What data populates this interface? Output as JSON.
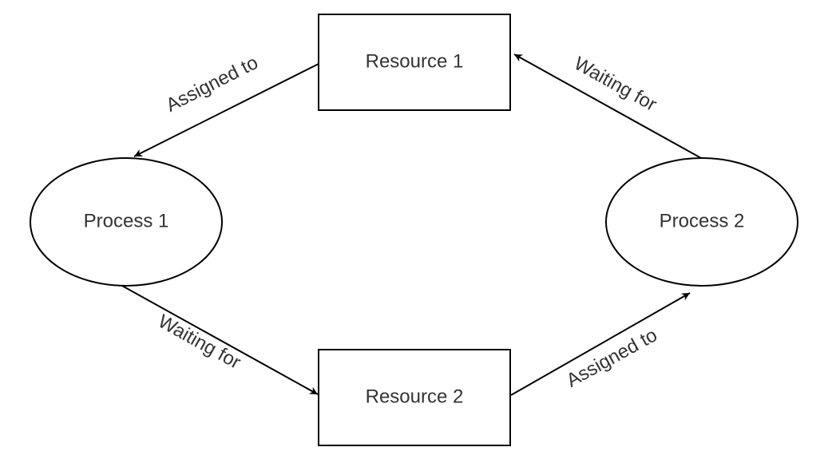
{
  "nodes": {
    "resource_1": "Resource 1",
    "resource_2": "Resource 2",
    "process_1": "Process 1",
    "process_2": "Process 2"
  },
  "edges": {
    "r1_to_p1": "Assigned to",
    "p2_to_r1": "Waiting for",
    "p1_to_r2": "Waiting for",
    "r2_to_p2": "Assigned to"
  },
  "colors": {
    "stroke": "#000000",
    "text": "#333333",
    "background": "#ffffff"
  }
}
